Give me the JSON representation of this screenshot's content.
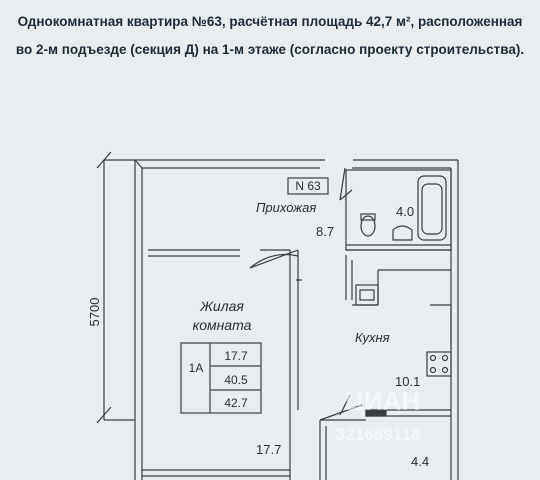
{
  "header": {
    "line1": "Однокомнатная квартира №63,  расчётная площадь 42,7 м², расположенная",
    "line2": "во 2-м подъезде (секция  Д) на 1-м этаже (согласно проекту строительства)."
  },
  "plan": {
    "apartment_tag": "N 63",
    "dimension": "5700",
    "rooms": {
      "hallway_label": "Прихожая",
      "hallway_area": "8.7",
      "bathroom_area": "4.0",
      "living_label_1": "Жилая",
      "living_label_2": "комната",
      "living_area": "17.7",
      "kitchen_label": "Кухня",
      "kitchen_area": "10.1",
      "balcony_area": "4.4"
    },
    "table": {
      "type": "1А",
      "living": "17.7",
      "total": "40.5",
      "total_with_balcony": "42.7"
    },
    "watermark": {
      "brand": "ЦИАН",
      "id": "321689118"
    }
  }
}
